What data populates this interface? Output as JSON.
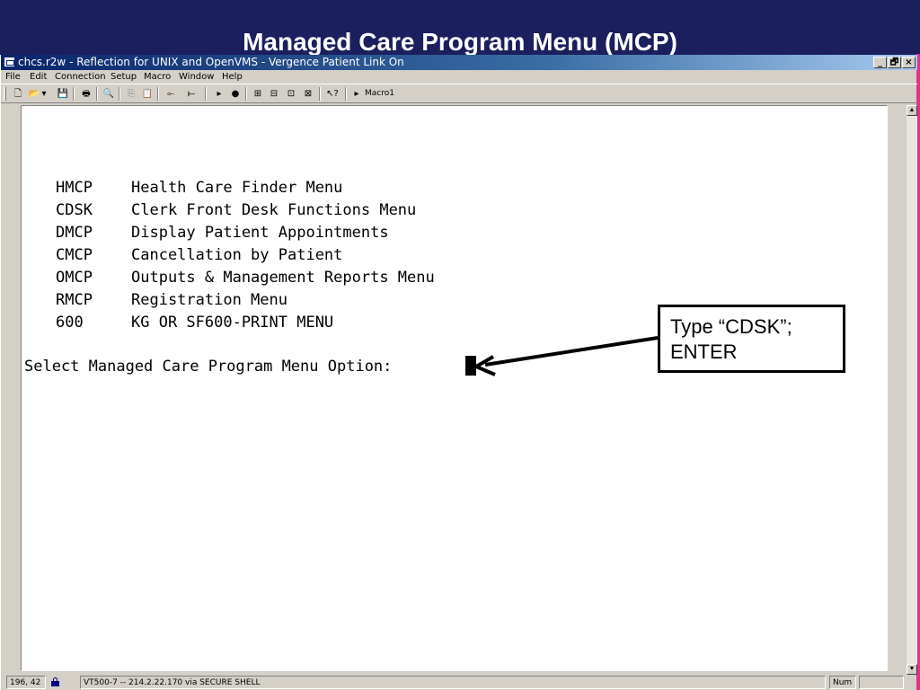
{
  "slide": {
    "title": "Managed Care Program Menu (MCP)"
  },
  "window": {
    "title": "chcs.r2w - Reflection for UNIX and OpenVMS - Vergence Patient Link On",
    "controls": {
      "minimize": "_",
      "restore": "🗗",
      "close": "×"
    }
  },
  "menubar": {
    "items": [
      {
        "label": "File"
      },
      {
        "label": "Edit"
      },
      {
        "label": "Connection"
      },
      {
        "label": "Setup"
      },
      {
        "label": "Macro"
      },
      {
        "label": "Window"
      },
      {
        "label": "Help"
      }
    ]
  },
  "toolbar": {
    "icons": [
      "new-document-icon",
      "open-folder-icon",
      "save-icon",
      "print-icon",
      "find-icon",
      "copy-icon",
      "paste-icon",
      "connect-icon",
      "disconnect-icon",
      "play-macro-icon",
      "record-macro-icon",
      "transfer-icon",
      "receive-icon",
      "send-icon",
      "settings-icon",
      "context-help-icon",
      "macro-play-icon"
    ],
    "macro_label": "Macro1"
  },
  "terminal": {
    "menu": [
      {
        "code": "HMCP",
        "description": "Health Care Finder Menu"
      },
      {
        "code": "CDSK",
        "description": "Clerk Front Desk Functions Menu"
      },
      {
        "code": "DMCP",
        "description": "Display Patient Appointments"
      },
      {
        "code": "CMCP",
        "description": "Cancellation by Patient"
      },
      {
        "code": "OMCP",
        "description": "Outputs & Management Reports Menu"
      },
      {
        "code": "RMCP",
        "description": "Registration Menu"
      },
      {
        "code": "600",
        "description": "KG OR SF600-PRINT MENU"
      }
    ],
    "prompt": "Select Managed Care Program Menu Option:"
  },
  "callout": {
    "line1": "Type “CDSK”;",
    "line2": "ENTER"
  },
  "statusbar": {
    "cursor_position": "196, 42",
    "connection": "VT500-7 -- 214.2.22.170 via SECURE SHELL",
    "num_lock": "Num"
  }
}
